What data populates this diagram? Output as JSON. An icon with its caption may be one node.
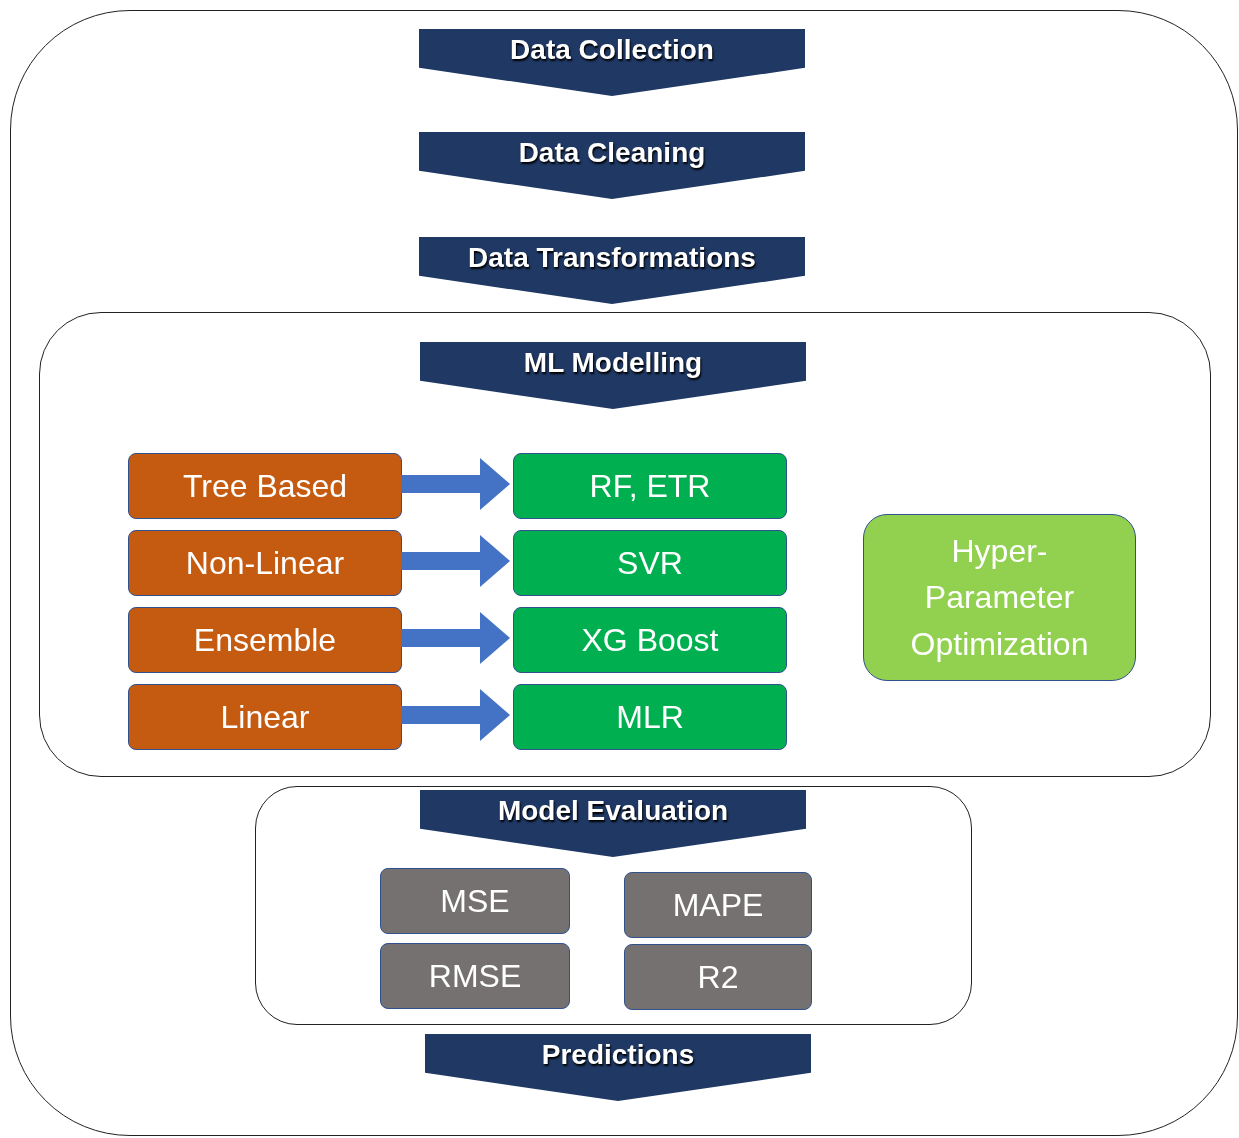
{
  "diagram": {
    "nodes": [
      {
        "text": [],
        "shape": "box"
      },
      {
        "text": [
          "Data Collection"
        ],
        "in": 0
      },
      {
        "text": [
          "Data Cleaning"
        ],
        "in": 0
      },
      {
        "text": [
          "Data Transformations"
        ],
        "in": 0
      },
      {
        "text": [],
        "shape": "box",
        "in": 0
      },
      {
        "text": [
          "ML Modelling"
        ],
        "in": 4
      },
      {
        "text": [
          "Tree Based"
        ],
        "in": 4
      },
      {
        "text": [
          "RF, ETR"
        ],
        "in": 4
      },
      {
        "text": [
          "Non-Linear"
        ],
        "in": 4
      },
      {
        "text": [
          "SVR"
        ],
        "in": 4
      },
      {
        "text": [
          "Ensemble"
        ],
        "in": 4
      },
      {
        "text": [
          "XG Boost"
        ],
        "in": 4
      },
      {
        "text": [
          "Linear"
        ],
        "in": 4
      },
      {
        "text": [
          "MLR"
        ],
        "in": 4
      },
      {
        "text": [
          "Hyper- Parameter Optimization"
        ],
        "in": 4
      },
      {
        "text": [],
        "shape": "box",
        "in": 0
      },
      {
        "text": [
          "Model Evaluation"
        ],
        "in": 15
      },
      {
        "text": [
          "MSE"
        ],
        "in": 15
      },
      {
        "text": [
          "MAPE"
        ],
        "in": 15
      },
      {
        "text": [
          "RMSE"
        ],
        "in": 15
      },
      {
        "text": [
          "R2"
        ],
        "in": 15
      },
      {
        "text": [
          "Predictions"
        ],
        "in": 0
      }
    ],
    "edges": [
      {
        "from": 6,
        "to": 7,
        "arrow": "to"
      },
      {
        "from": 8,
        "to": 9,
        "arrow": "to"
      },
      {
        "from": 10,
        "to": 11,
        "arrow": "to"
      },
      {
        "from": 12,
        "to": 13,
        "arrow": "to"
      }
    ]
  }
}
